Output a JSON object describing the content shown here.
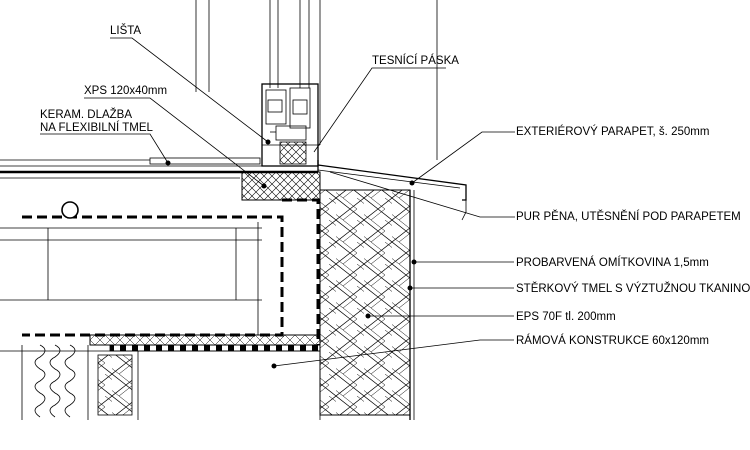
{
  "drawing": {
    "type": "construction-detail",
    "labels": {
      "lista": "LIŠTA",
      "tesnici_paska": "TESNÍCÍ PÁSKA",
      "xps": "XPS 120x40mm",
      "keram_line1": "KERAM. DLAŽBA",
      "keram_line2": "NA FLEXIBILNÍ TMEL",
      "parapet": "EXTERIÉROVÝ PARAPET, š. 250mm",
      "pur": "PUR PĚNA, UTĚSNĚNÍ POD PARAPETEM",
      "omitkovina": "PROBARVENÁ OMÍTKOVINA 1,5mm",
      "stěrkovy": "STĚRKOVÝ TMEL S VÝZTUŽNOU TKANINOU",
      "eps": "EPS 70F tl. 200mm",
      "ramova": "RÁMOVÁ KONSTRUKCE 60x120mm"
    }
  }
}
